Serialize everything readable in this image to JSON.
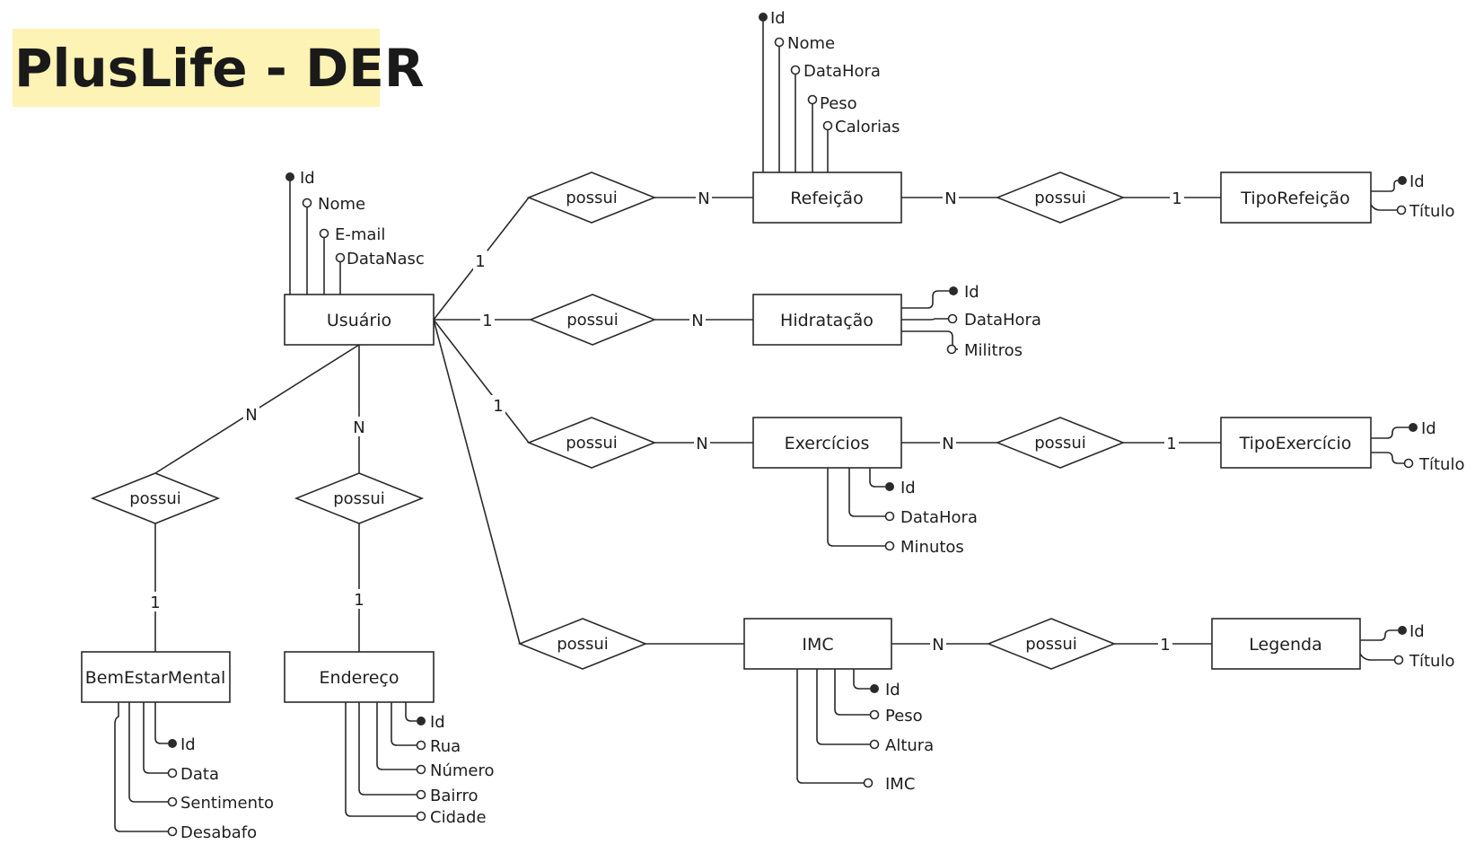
{
  "title": "PlusLife - DER",
  "colors": {
    "title_background": "#fdf3b5",
    "line": "#2a2a2a",
    "text": "#1e1e1e"
  },
  "entities": {
    "usuario": {
      "name": "Usuário",
      "attributes": [
        "Id",
        "Nome",
        "E-mail",
        "DataNasc"
      ],
      "key": "Id"
    },
    "refeicao": {
      "name": "Refeição",
      "attributes": [
        "Id",
        "Nome",
        "DataHora",
        "Peso",
        "Calorias"
      ],
      "key": "Id"
    },
    "tiporefeicao": {
      "name": "TipoRefeição",
      "attributes": [
        "Id",
        "Título"
      ],
      "key": "Id"
    },
    "hidratacao": {
      "name": "Hidratação",
      "attributes": [
        "Id",
        "DataHora",
        "Militros"
      ],
      "key": "Id"
    },
    "exercicios": {
      "name": "Exercícios",
      "attributes": [
        "Id",
        "DataHora",
        "Minutos"
      ],
      "key": "Id"
    },
    "tipoexercicio": {
      "name": "TipoExercício",
      "attributes": [
        "Id",
        "Título"
      ],
      "key": "Id"
    },
    "imc": {
      "name": "IMC",
      "attributes": [
        "Id",
        "Peso",
        "Altura",
        "IMC"
      ],
      "key": "Id"
    },
    "legenda": {
      "name": "Legenda",
      "attributes": [
        "Id",
        "Título"
      ],
      "key": "Id"
    },
    "bemestarmental": {
      "name": "BemEstarMental",
      "attributes": [
        "Id",
        "Data",
        "Sentimento",
        "Desabafo"
      ],
      "key": "Id"
    },
    "endereco": {
      "name": "Endereço",
      "attributes": [
        "Id",
        "Rua",
        "Número",
        "Bairro",
        "Cidade"
      ],
      "key": "Id"
    }
  },
  "relationships": [
    {
      "label": "possui",
      "from": "Usuário",
      "to": "Refeição",
      "card_from": "1",
      "card_to": "N"
    },
    {
      "label": "possui",
      "from": "Refeição",
      "to": "TipoRefeição",
      "card_from": "N",
      "card_to": "1"
    },
    {
      "label": "possui",
      "from": "Usuário",
      "to": "Hidratação",
      "card_from": "1",
      "card_to": "N"
    },
    {
      "label": "possui",
      "from": "Usuário",
      "to": "Exercícios",
      "card_from": "1",
      "card_to": "N"
    },
    {
      "label": "possui",
      "from": "Exercícios",
      "to": "TipoExercício",
      "card_from": "N",
      "card_to": "1"
    },
    {
      "label": "possui",
      "from": "Usuário",
      "to": "IMC",
      "card_from": "",
      "card_to": ""
    },
    {
      "label": "possui",
      "from": "IMC",
      "to": "Legenda",
      "card_from": "N",
      "card_to": "1"
    },
    {
      "label": "possui",
      "from": "Usuário",
      "to": "BemEstarMental",
      "card_from": "N",
      "card_to": "1"
    },
    {
      "label": "possui",
      "from": "Usuário",
      "to": "Endereço",
      "card_from": "N",
      "card_to": "1"
    }
  ]
}
